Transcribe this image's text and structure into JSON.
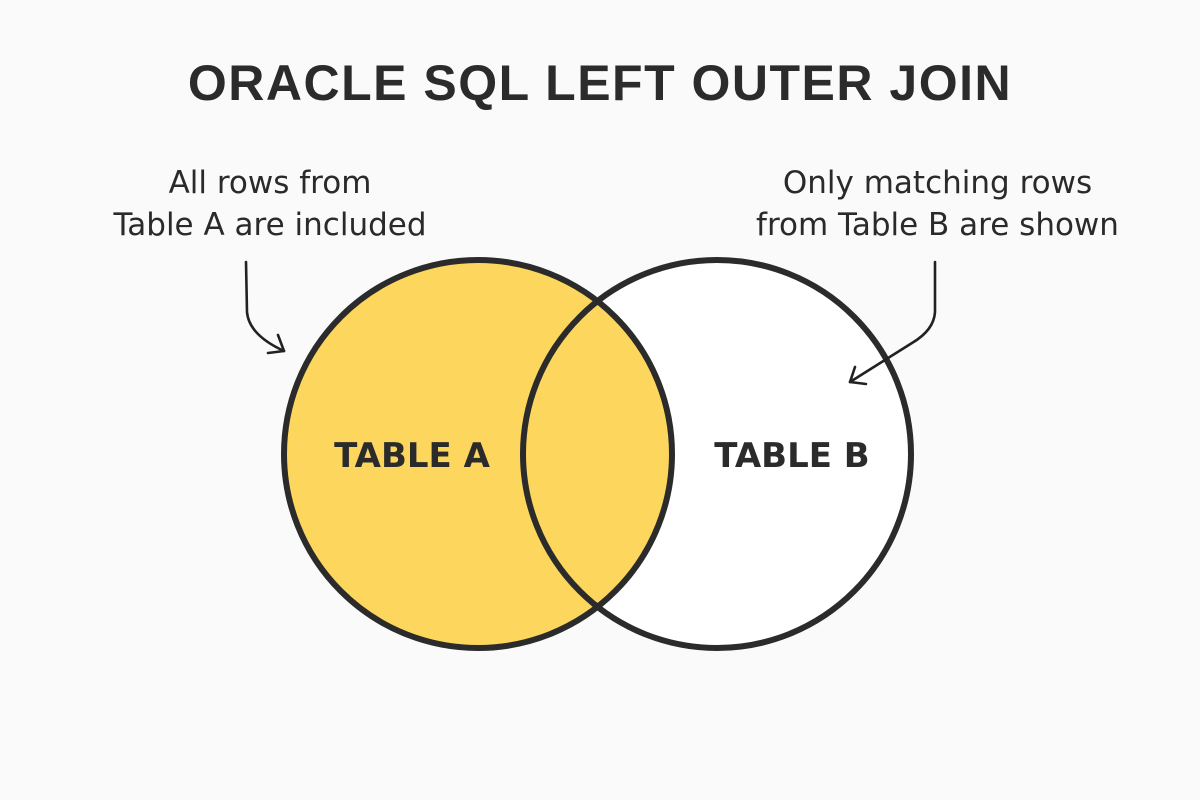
{
  "title": "ORACLE SQL LEFT OUTER JOIN",
  "annotations": {
    "left": {
      "line1": "All rows from",
      "line2": "Table A are included"
    },
    "right": {
      "line1": "Only matching rows",
      "line2": "from Table B are shown"
    }
  },
  "venn": {
    "left_set": {
      "label": "TABLE A",
      "fill": "#fdd65e",
      "highlighted": true
    },
    "right_set": {
      "label": "TABLE B",
      "fill": "#ffffff",
      "highlighted": false
    },
    "intersection": {
      "fill": "#fdd65e",
      "highlighted": true
    },
    "stroke": "#2b2b2b"
  },
  "colors": {
    "background": "#fafafa",
    "highlight": "#fdd65e",
    "ink": "#2b2b2b"
  }
}
